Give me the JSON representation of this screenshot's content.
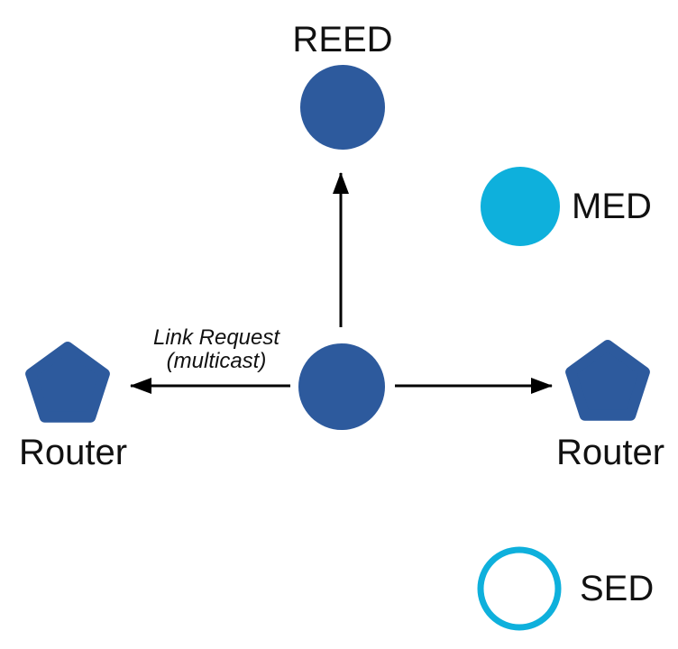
{
  "colors": {
    "node_blue": "#2D5A9D",
    "accent_cyan": "#0EB0DC",
    "arrow": "#000000",
    "text": "#111111"
  },
  "nodes": {
    "reed": {
      "label": "REED"
    },
    "med": {
      "label": "MED"
    },
    "sed": {
      "label": "SED"
    },
    "router_left": {
      "label": "Router"
    },
    "router_right": {
      "label": "Router"
    }
  },
  "annotations": {
    "link_request": {
      "line1": "Link Request",
      "line2": "(multicast)"
    }
  }
}
